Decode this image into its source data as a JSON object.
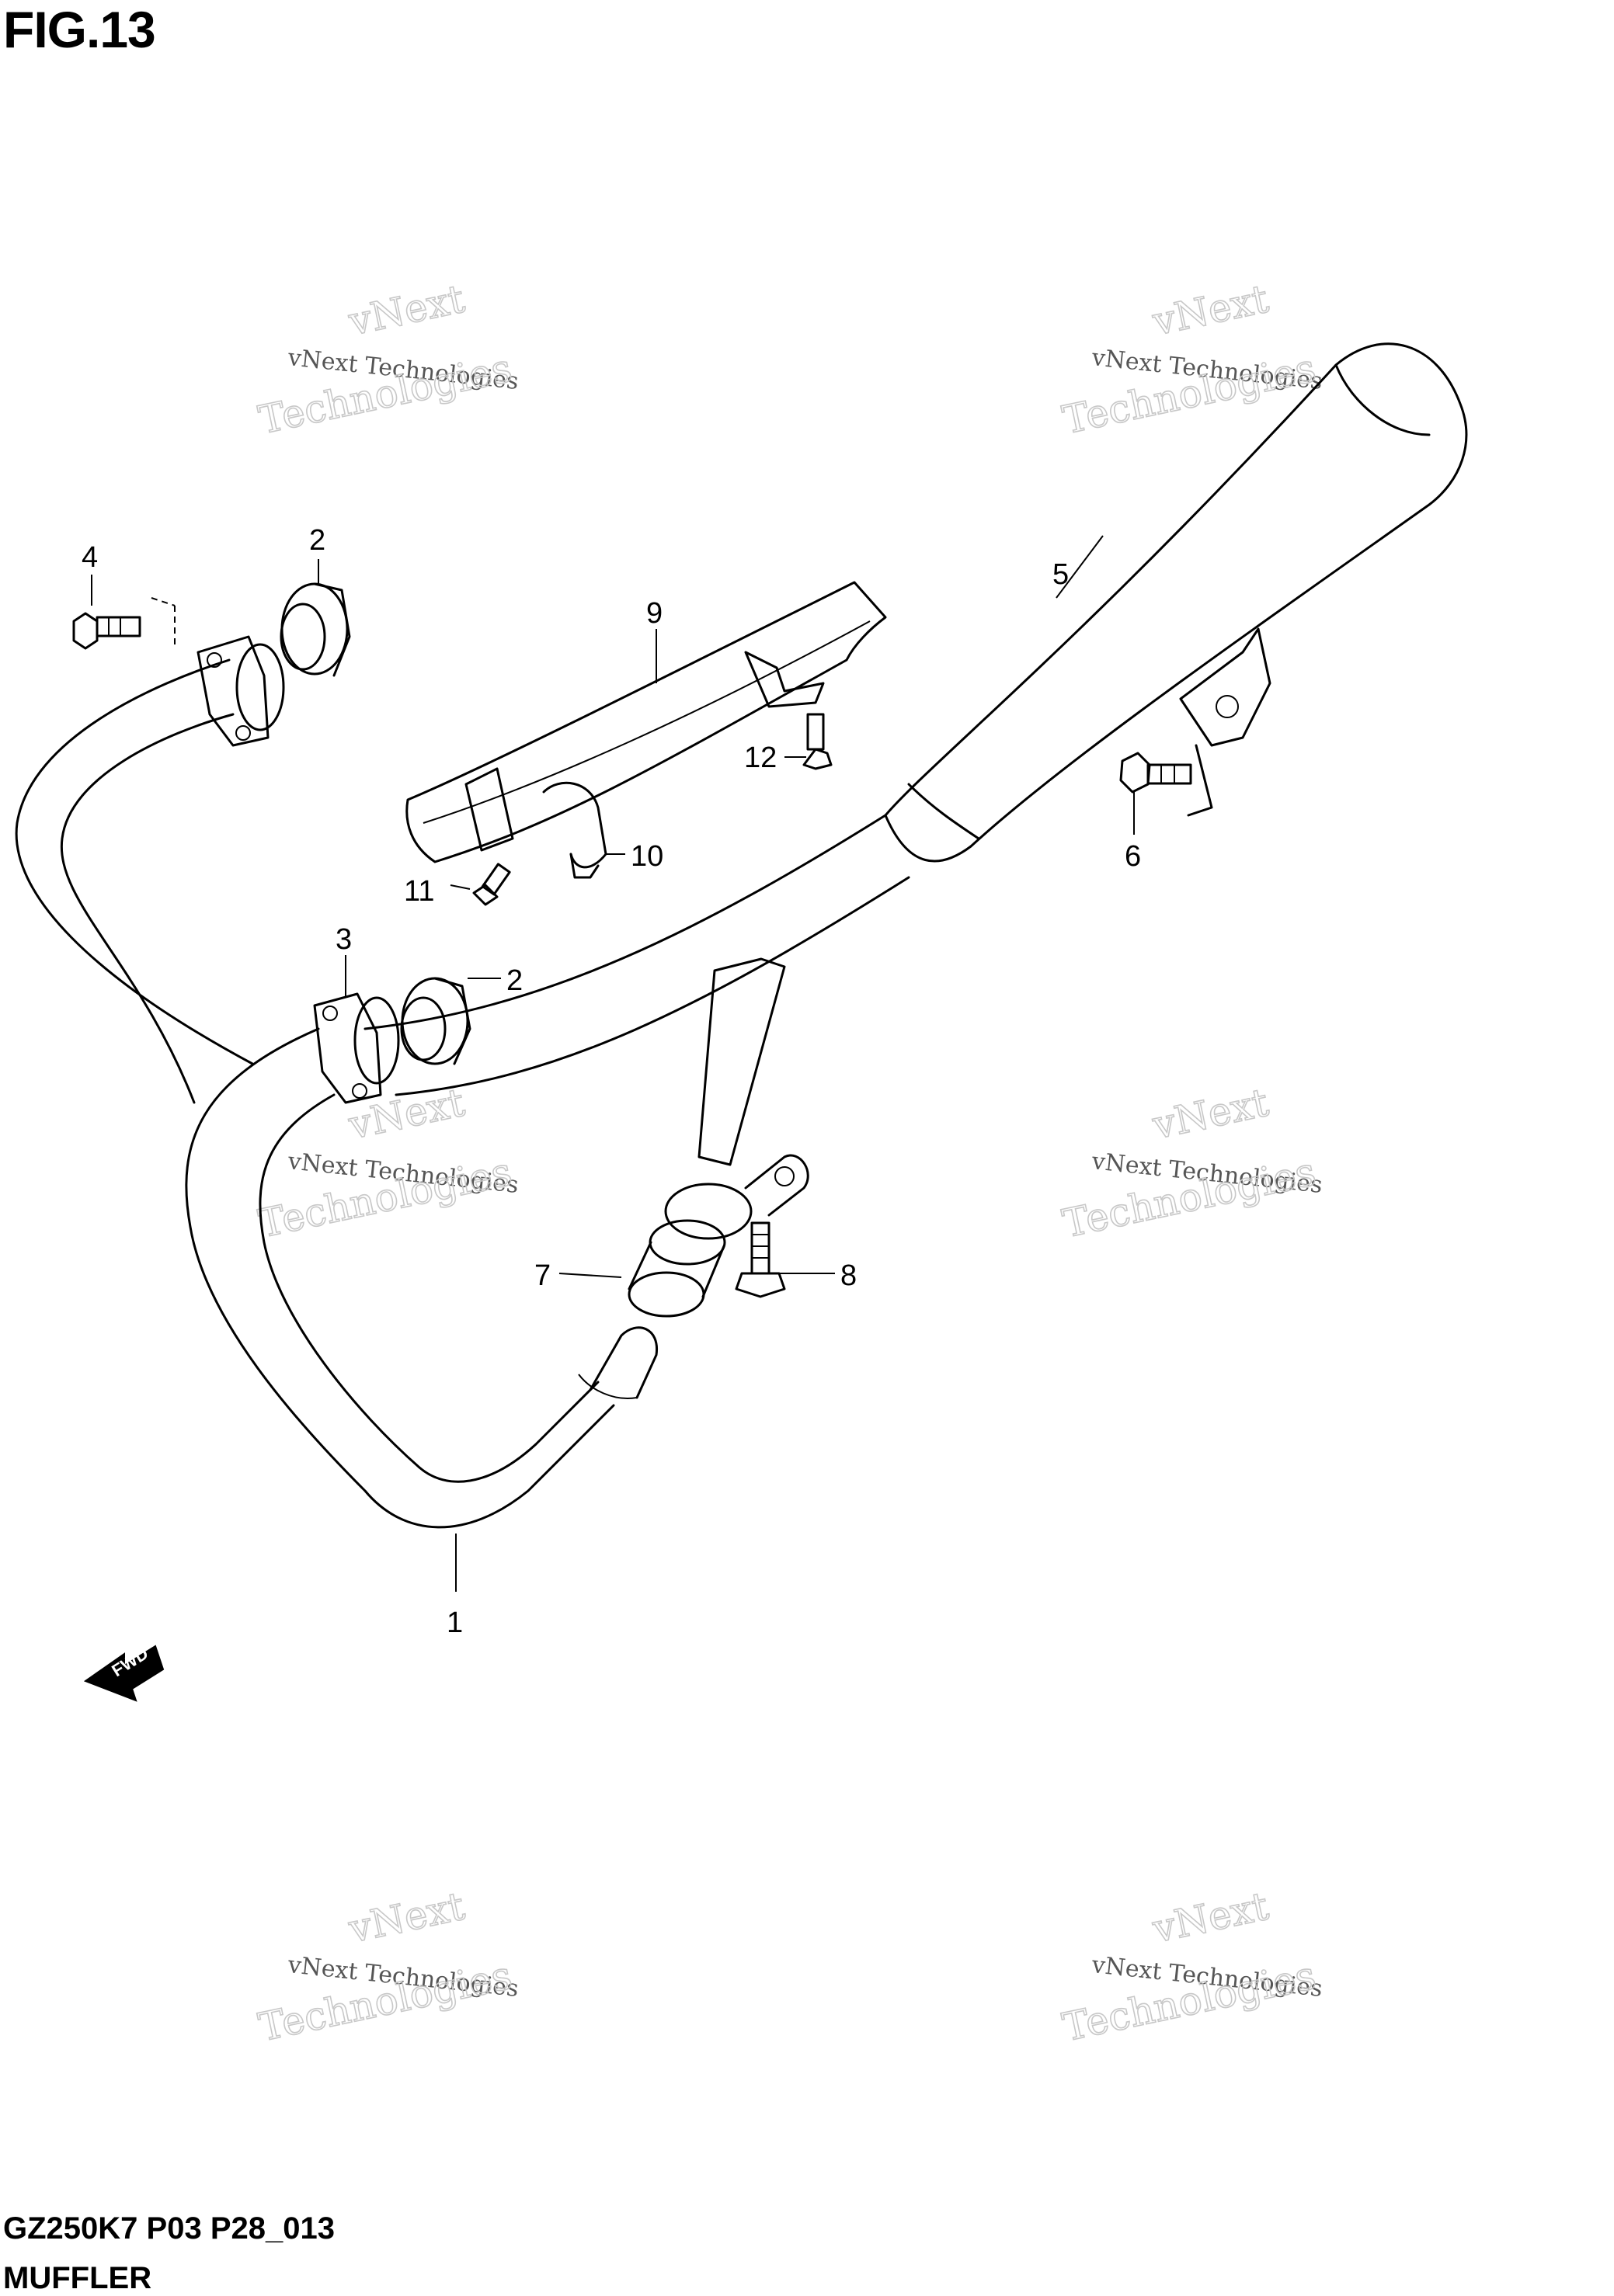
{
  "figure": {
    "title": "FIG.13",
    "model_code": "GZ250K7 P03 P28_013",
    "section_name": "MUFFLER"
  },
  "callouts": [
    {
      "id": "1",
      "label": "1"
    },
    {
      "id": "2a",
      "label": "2"
    },
    {
      "id": "2b",
      "label": "2"
    },
    {
      "id": "3",
      "label": "3"
    },
    {
      "id": "4",
      "label": "4"
    },
    {
      "id": "5",
      "label": "5"
    },
    {
      "id": "6",
      "label": "6"
    },
    {
      "id": "7",
      "label": "7"
    },
    {
      "id": "8",
      "label": "8"
    },
    {
      "id": "9",
      "label": "9"
    },
    {
      "id": "10",
      "label": "10"
    },
    {
      "id": "11",
      "label": "11"
    },
    {
      "id": "12",
      "label": "12"
    }
  ],
  "fwd_arrow": {
    "label": "FWD"
  },
  "watermark": {
    "line_a": "vNext Technologies",
    "line_b": "vNext",
    "line_c": "Technologies"
  },
  "colors": {
    "ink": "#000000",
    "watermark": "#c8c8c8",
    "background": "#ffffff"
  }
}
